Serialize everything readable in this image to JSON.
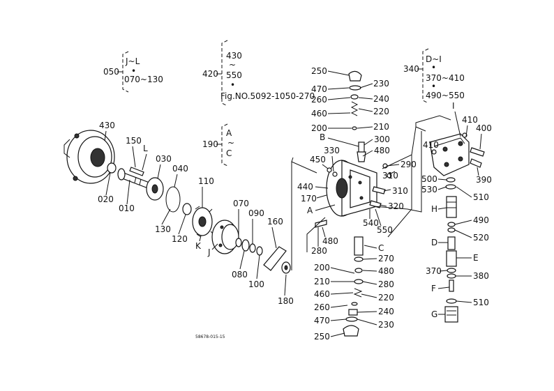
{
  "drawing_code": "58678-015-15",
  "groups": {
    "g050": {
      "number": "050",
      "l1": "J~L",
      "l2": "•",
      "l3": "070~130"
    },
    "g420": {
      "number": "420",
      "l1": "430",
      "l2": "~",
      "l3": "550",
      "l4": "•",
      "l5": "Fig.NO.5092-1050-270"
    },
    "g190": {
      "number": "190",
      "l1": "A",
      "l2": "~",
      "l3": "C"
    },
    "g340": {
      "number": "340",
      "l1": "D~I",
      "l2": "•",
      "l3": "370~410",
      "l4": "•",
      "l5": "490~550"
    }
  },
  "callouts": {
    "c430": "430",
    "c020": "020",
    "c010": "010",
    "c150": "150",
    "cL": "L",
    "c030": "030",
    "c040": "040",
    "c110": "110",
    "c130": "130",
    "c120": "120",
    "cK": "K",
    "c070": "070",
    "c090": "090",
    "c160": "160",
    "cJ": "J",
    "c080": "080",
    "c100": "100",
    "c180": "180",
    "c250a": "250",
    "c470a": "470",
    "c230a": "230",
    "c260a": "260",
    "c240a": "240",
    "c460a": "460",
    "c220a": "220",
    "c200a": "200",
    "c210a": "210",
    "cB": "B",
    "c300": "300",
    "c330": "330",
    "c480a": "480",
    "c450": "450",
    "c290": "290",
    "c310a": "310",
    "c310b": "310",
    "c440": "440",
    "c170": "170",
    "c320": "320",
    "cA": "A",
    "c540": "540",
    "c550": "550",
    "c480b": "480",
    "c280a": "280",
    "cC": "C",
    "c270": "270",
    "c200b": "200",
    "c480c": "480",
    "c210b": "210",
    "c280b": "280",
    "c460b": "460",
    "c220b": "220",
    "c260b": "260",
    "c240b": "240",
    "c470b": "470",
    "c230b": "230",
    "c250b": "250",
    "cI": "I",
    "c410a": "410",
    "c400": "400",
    "c410b": "410",
    "c500": "500",
    "c390": "390",
    "c530": "530",
    "c510a": "510",
    "cH": "H",
    "c490": "490",
    "cD": "D",
    "c520": "520",
    "cE": "E",
    "c370": "370",
    "c380": "380",
    "cF": "F",
    "c510b": "510",
    "cG": "G"
  }
}
